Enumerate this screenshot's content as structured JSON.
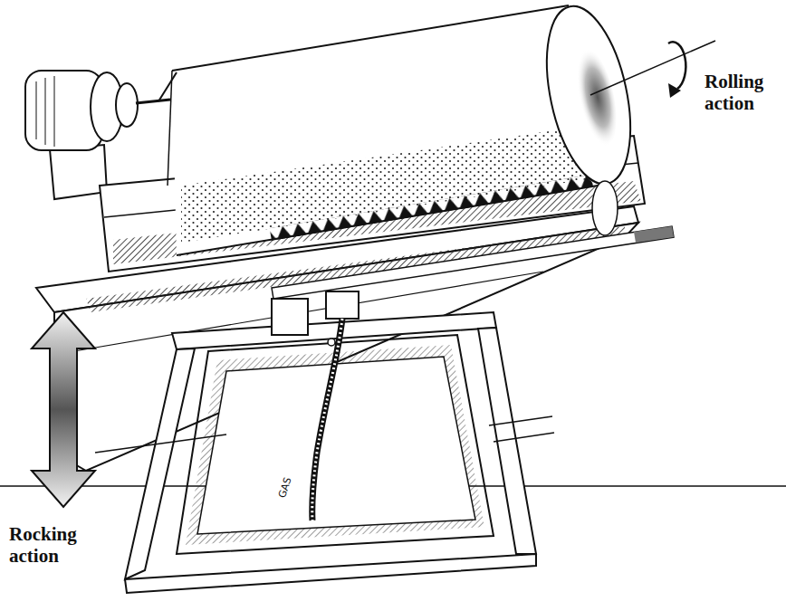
{
  "diagram": {
    "labels": [
      "Rolling action",
      "Rocking action",
      "GAS"
    ]
  }
}
